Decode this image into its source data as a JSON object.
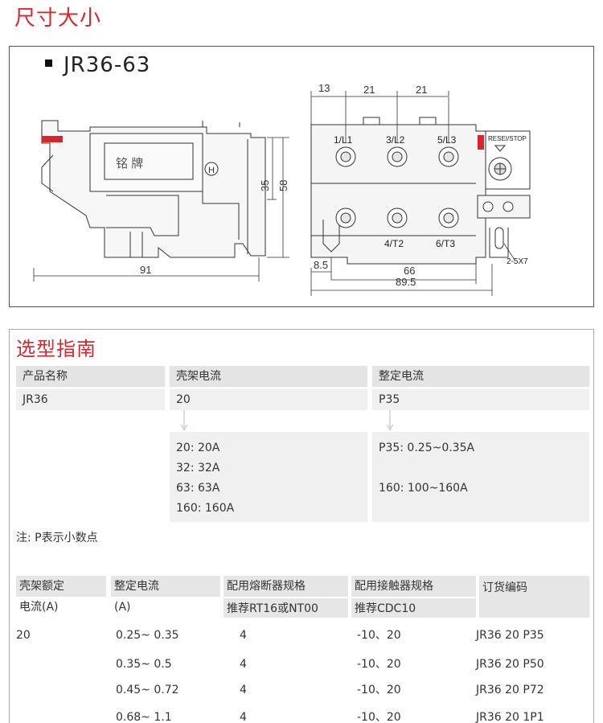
{
  "section1": {
    "title": "尺寸大小",
    "model": "JR36-63"
  },
  "drawing": {
    "side_label": "铭  牌",
    "dims": {
      "d13": "13",
      "d21a": "21",
      "d21b": "21",
      "d35": "35",
      "d58": "58",
      "d91": "91",
      "d8_5": "8.5",
      "d66": "66",
      "d89_5": "89.5"
    },
    "terminals_top": [
      "1/L1",
      "3/L2",
      "5/L3"
    ],
    "terminals_bottom": [
      "4/T2",
      "6/T3"
    ],
    "reset_label": "RESEI/STOP",
    "slot_label": "2-5X7"
  },
  "section2": {
    "title": "选型指南",
    "col_headers": [
      "产品名称",
      "壳架电流",
      "整定电流"
    ],
    "col_values": [
      "JR36",
      "20",
      "P35"
    ],
    "frame_list": [
      "20: 20A",
      "32: 32A",
      "63: 63A",
      "160: 160A"
    ],
    "setting_list": [
      "P35: 0.25~0.35A",
      "160: 100~160A"
    ],
    "note": "注: P表示小数点"
  },
  "table2": {
    "headers": {
      "c1a": "壳架额定",
      "c1b": "电流(A)",
      "c2a": "整定电流",
      "c2b": "(A)",
      "c3a": "配用熔断器规格",
      "c3b": "推荐RT16或NT00",
      "c4a": "配用接触器规格",
      "c4b": "推荐CDC10",
      "c5a": "订货编码"
    },
    "rows": [
      {
        "frame": "20",
        "setting": "0.25~ 0.35",
        "fuse": "4",
        "contactor": "-10、20",
        "code": "JR36  20 P35"
      },
      {
        "frame": "",
        "setting": "0.35~ 0.5",
        "fuse": "4",
        "contactor": "-10、20",
        "code": "JR36  20 P50"
      },
      {
        "frame": "",
        "setting": "0.45~ 0.72",
        "fuse": "4",
        "contactor": "-10、20",
        "code": "JR36  20 P72"
      },
      {
        "frame": "",
        "setting": "0.68~ 1.1",
        "fuse": "4",
        "contactor": "-10、20",
        "code": "JR36  20 1P1"
      }
    ]
  },
  "colors": {
    "accent": "#d9262c",
    "header_gray": "#e4e4e4",
    "light_gray": "#f0f0f0"
  }
}
